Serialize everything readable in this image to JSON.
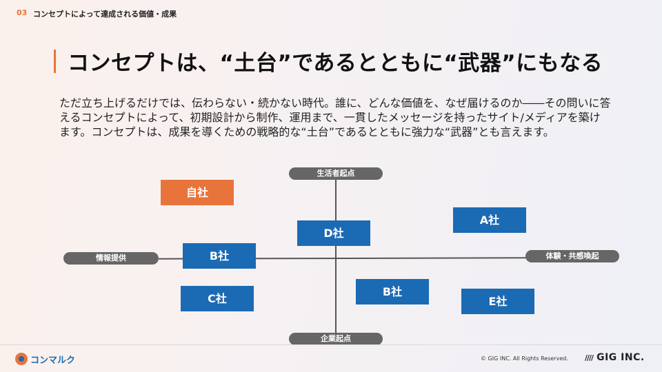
{
  "header": {
    "number": "03",
    "title": "コンセプトによって達成される価値・成果"
  },
  "main_title": "コンセプトは、“土台”であるとともに“武器”にもなる",
  "body_text": "ただ立ち上げるだけでは、伝わらない・続かない時代。誰に、どんな価値を、なぜ届けるのか――その問いに答えるコンセプトによって、初期設計から制作、運用まで、一貫したメッセージを持ったサイト/メディアを築けます。コンセプトは、成果を導くための戦略的な“土台”であるとともに強力な“武器”とも言えます。",
  "axes": {
    "top": "生活者起点",
    "bottom": "企業起点",
    "left": "情報提供",
    "right": "体験・共感喚起"
  },
  "companies": {
    "own": "自社",
    "a": "A社",
    "b_left": "B社",
    "b_right": "B社",
    "c": "C社",
    "d": "D社",
    "e": "E社"
  },
  "footer": {
    "logo_text": "コンマルク",
    "copyright": "© GIG INC. All Rights Reserved.",
    "brand_mark": "////",
    "brand_text": "GIG INC."
  },
  "colors": {
    "accent": "#e8743b",
    "company_box": "#1b6ab4",
    "axis_pill": "#666666"
  }
}
